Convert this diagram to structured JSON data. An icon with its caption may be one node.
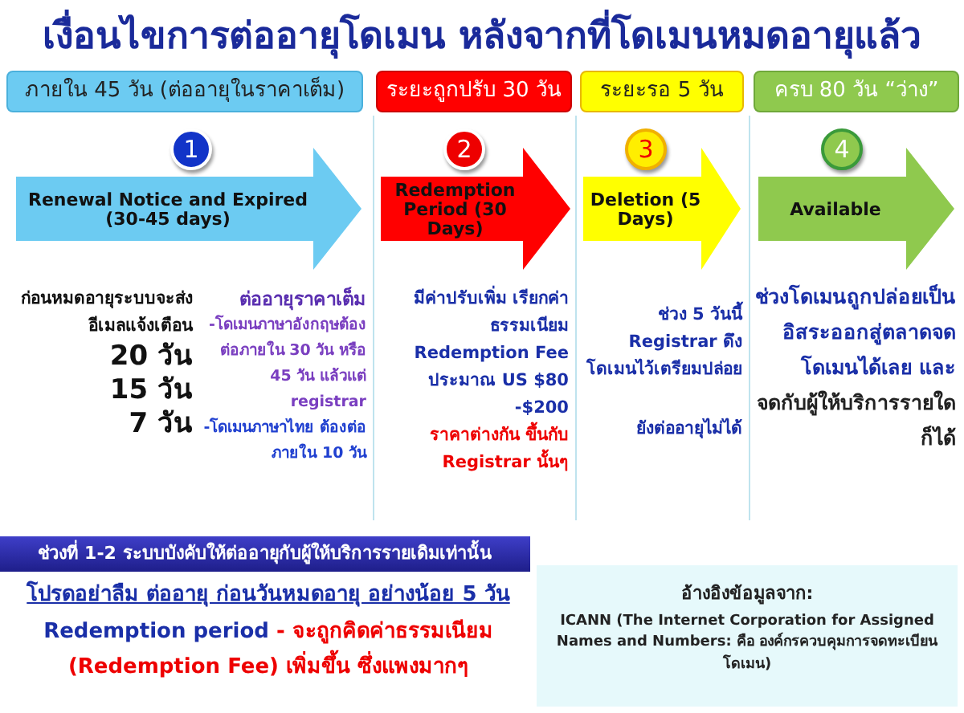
{
  "diagram": {
    "title": "เงื่อนไขการต่ออายุโดเมน หลังจากที่โดเมนหมดอายุแล้ว",
    "nodes": [
      {
        "text": [
          "ภายใน 45 วัน (ต่ออายุในราคาเต็ม)"
        ]
      },
      {
        "text": [
          "ระยะถูกปรับ 30 วัน"
        ]
      },
      {
        "text": [
          "ระยะรอ 5 วัน"
        ]
      },
      {
        "text": [
          "ครบ 80 วัน “ว่าง”"
        ]
      },
      {
        "text": [
          "1"
        ]
      },
      {
        "text": [
          "2"
        ]
      },
      {
        "text": [
          "3"
        ]
      },
      {
        "text": [
          "4"
        ]
      },
      {
        "text": [
          "Renewal Notice and Expired  (30-45 days)"
        ]
      },
      {
        "text": [
          "Redemption Period (30 Days)"
        ]
      },
      {
        "text": [
          "Deletion (5 Days)"
        ]
      },
      {
        "text": [
          "Available"
        ]
      },
      {
        "text": [
          "ช่วงที่ 1-2 ระบบบังคับให้ต่ออายุกับผู้ให้บริการรายเดิมเท่านั้น"
        ]
      },
      {
        "text": [
          "อ้างอิงข้อมูลจาก:",
          "ICANN (The Internet Corporation for Assigned Names and Numbers: คือ องค์กรควบคุมการจดทะเบียนโดเมน)"
        ]
      }
    ],
    "labels": [
      "ก่อนหมดอายุระบบจะส่งอีเมลแจ้งเตือน",
      "20 วัน",
      "15 วัน",
      "7 วัน",
      "ต่ออายุราคาเต็ม",
      "-โดเมนภาษาอังกฤษต้องต่อภายใน 30 วัน หรือ 45 วัน แล้วแต่ registrar",
      "-โดเมนภาษาไทย ต้องต่อภายใน 10 วัน",
      "มีค่าปรับเพิ่ม เรียกค่าธรรมเนียม",
      "Redemption Fee",
      "ประมาณ US $80 -$200",
      "ราคาต่างกัน ขึ้นกับ Registrar นั้นๆ",
      "ช่วง 5 วันนี้ Registrar ดึงโดเมนไว้เตรียมปล่อย",
      "ยังต่ออายุไม่ได้",
      "ช่วงโดเมนถูกปล่อยเป็นอิสระออกสู่ตลาดจดโดเมนได้เลย และ",
      "จดกับผู้ให้บริการรายใดก็ได้",
      "โปรดอย่าลืม ต่ออายุ ก่อนวันหมดอายุ อย่างน้อย 5 วัน",
      "**Redemption period** - จะถูกคิดค่าธรรมเนียม (Redemption Fee) เพิ่มขึ้น ซึ่งแพงมากๆ"
    ]
  }
}
